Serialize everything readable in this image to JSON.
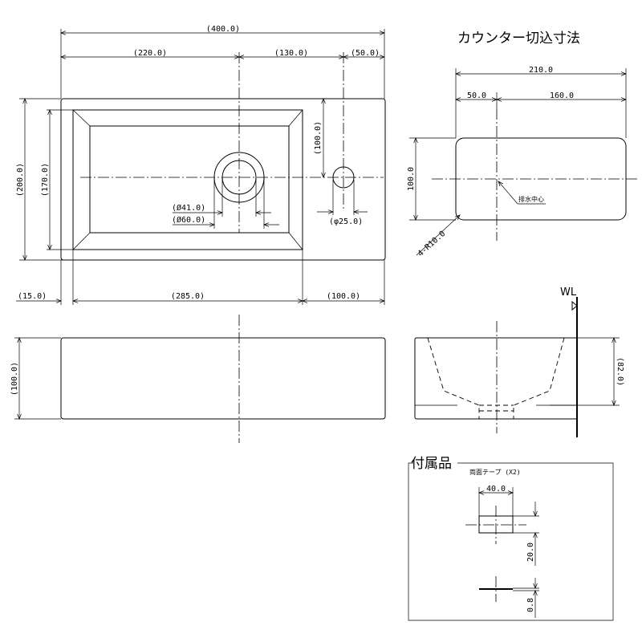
{
  "plan": {
    "dims": {
      "total_width": "(400.0)",
      "left_to_hole": "(220.0)",
      "hole_to_tap": "(130.0)",
      "tap_to_edge": "(50.0)",
      "height_total": "(200.0)",
      "height_inner": "(170.0)",
      "tap_from_back": "(100.0)",
      "drain_d41": "(Ø41.0)",
      "drain_d60": "(Ø60.0)",
      "tap_hole": "(φ25.0)",
      "left_margin": "(15.0)",
      "bowl_width": "(285.0)",
      "right_margin": "(100.0)"
    }
  },
  "front": {
    "height": "(100.0)"
  },
  "cutout": {
    "title": "カウンター切込寸法",
    "width": "210.0",
    "left_offset": "50.0",
    "right_offset": "160.0",
    "height": "100.0",
    "corner_radius": "4-R10.0",
    "drain_center": "排水中心"
  },
  "section": {
    "wl": "WL",
    "depth": "(82.0)"
  },
  "accessories": {
    "title": "付属品",
    "tape_label": "両面テープ (X2)",
    "tape_width": "40.0",
    "tape_height": "20.0",
    "tape_thickness": "0.8"
  }
}
